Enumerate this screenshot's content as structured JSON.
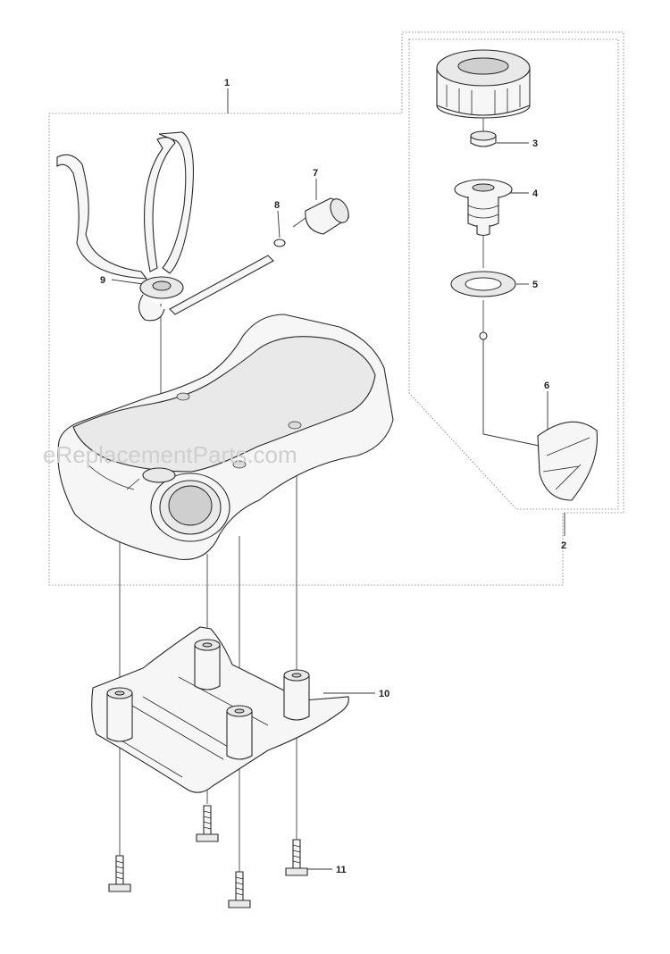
{
  "watermark": "eReplacementParts.com",
  "callouts": {
    "c1": "1",
    "c2": "2",
    "c3": "3",
    "c4": "4",
    "c5": "5",
    "c6": "6",
    "c7": "7",
    "c8": "8",
    "c9": "9",
    "c10": "10",
    "c11": "11"
  },
  "colors": {
    "line": "#333333",
    "fill": "#f6f6f6",
    "watermark": "#cfcfcf"
  }
}
